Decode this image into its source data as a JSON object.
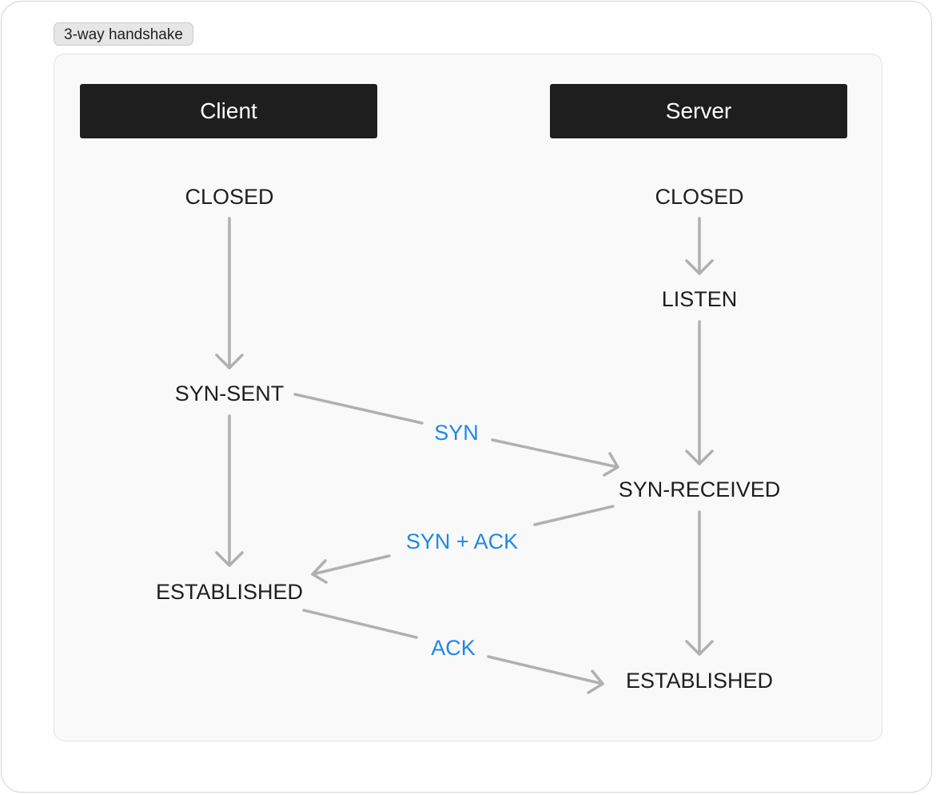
{
  "tag": "3-way handshake",
  "lanes": {
    "client": "Client",
    "server": "Server"
  },
  "states": {
    "client_closed": "CLOSED",
    "client_syn_sent": "SYN-SENT",
    "client_established": "ESTABLISHED",
    "server_closed": "CLOSED",
    "server_listen": "LISTEN",
    "server_syn_received": "SYN-RECEIVED",
    "server_established": "ESTABLISHED"
  },
  "messages": {
    "syn": "SYN",
    "syn_ack": "SYN + ACK",
    "ack": "ACK"
  },
  "colors": {
    "header_bg": "#1e1e1e",
    "arrow": "#b0b0b0",
    "message": "#1e88e5",
    "state_text": "#1e1e1e"
  }
}
